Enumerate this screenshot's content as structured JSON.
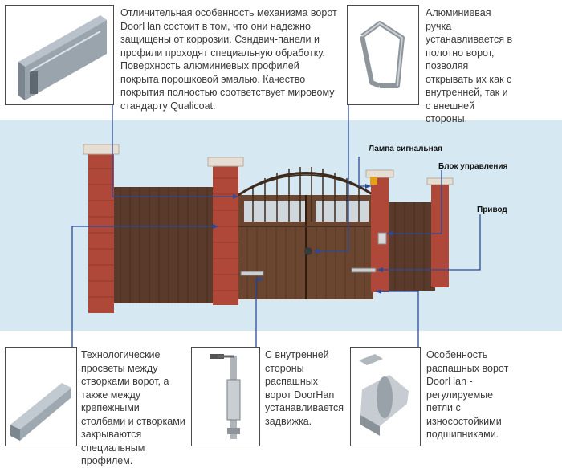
{
  "callouts": {
    "profile_text": "Отличительная особенность механизма ворот DoorHan состоит в том, что они надежно защищены от коррозии. Сэндвич-панели и профили проходят специальную обработку. Поверхность алюминиевых профилей покрыта порошковой эмалью. Качество покрытия полностью соответствует мировому стандарту Qualicoat.",
    "handle_text": "Алюминиевая ручка устанавливается в полотно ворот, позволяя открывать их как с внутренней, так и с внешней стороны.",
    "gaps_text": "Технологические просветы между створками ворот, а также между крепежными столбами и створками закрываются специальным профилем.",
    "latch_text": "С внутренней стороны распашных ворот DoorHan устанавливается задвижка.",
    "hinge_text": "Особенность распашных ворот DoorHan - регулируемые петли с износостойкими подшипниками."
  },
  "labels": {
    "lamp": "Лампа сигнальная",
    "control": "Блок управления",
    "drive": "Привод"
  }
}
